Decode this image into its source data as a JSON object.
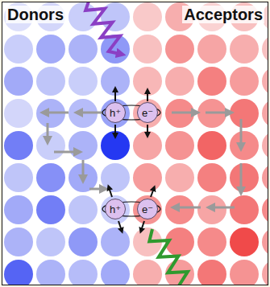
{
  "diagram": {
    "nodes": [
      {
        "text": [
          "h⁺"
        ]
      },
      {
        "text": [
          "e⁻"
        ]
      },
      {
        "text": [
          "h⁺"
        ]
      },
      {
        "text": [
          "e⁻"
        ]
      }
    ],
    "labels": [
      "Donors",
      "Acceptors"
    ]
  }
}
